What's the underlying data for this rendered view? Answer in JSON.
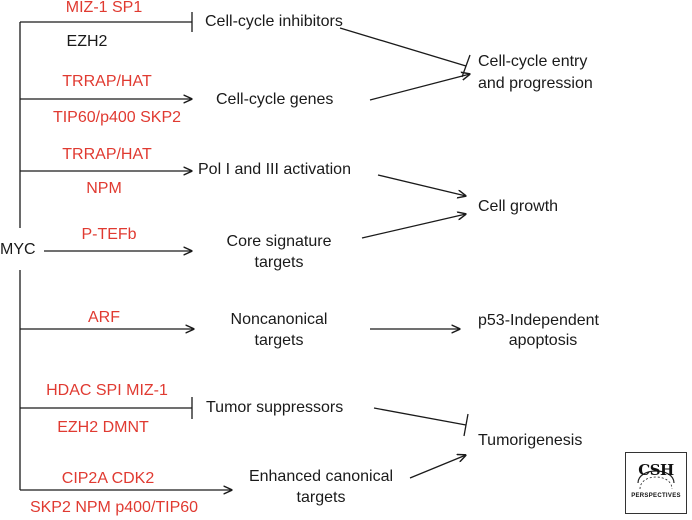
{
  "source": {
    "label": "MYC"
  },
  "branches": [
    {
      "id": "inhibitors",
      "top_factors": "MIZ-1   SP1",
      "bottom_factors": "EZH2",
      "bottom_color": "#1a1a1a",
      "target": "Cell-cycle inhibitors",
      "edge": "repression"
    },
    {
      "id": "cell-cycle-genes",
      "top_factors": "TRRAP/HAT",
      "bottom_factors": "TIP60/p400 SKP2",
      "bottom_color": "#e03a31",
      "target": "Cell-cycle genes",
      "edge": "activation"
    },
    {
      "id": "pol",
      "top_factors": "TRRAP/HAT",
      "bottom_factors": "NPM",
      "bottom_color": "#e03a31",
      "target": "Pol I and III activation",
      "edge": "activation"
    },
    {
      "id": "core",
      "top_factors": "P-TEFb",
      "target_lines": [
        "Core signature",
        "targets"
      ],
      "edge": "activation"
    },
    {
      "id": "noncanonical",
      "top_factors": "ARF",
      "target_lines": [
        "Noncanonical",
        "targets"
      ],
      "edge": "activation"
    },
    {
      "id": "suppressors",
      "top_factors": "HDAC SPI MIZ-1",
      "bottom_factors": "EZH2 DMNT",
      "bottom_color": "#e03a31",
      "target": "Tumor suppressors",
      "edge": "repression"
    },
    {
      "id": "enhanced",
      "top_factors": "CIP2A CDK2",
      "bottom_factors": "SKP2 NPM p400/TIP60",
      "bottom_color": "#e03a31",
      "target_lines": [
        "Enhanced canonical",
        "targets"
      ],
      "edge": "activation"
    }
  ],
  "outcomes": {
    "cell_cycle": [
      "Cell-cycle entry",
      "and progression"
    ],
    "cell_growth": "Cell growth",
    "apoptosis": [
      "p53-Independent",
      "apoptosis"
    ],
    "tumorigenesis": "Tumorigenesis"
  },
  "colors": {
    "factor": "#e03a31",
    "text": "#1a1a1a",
    "line": "#1a1a1a"
  },
  "logo": {
    "main": "CSH",
    "sub": "PERSPECTIVES"
  }
}
